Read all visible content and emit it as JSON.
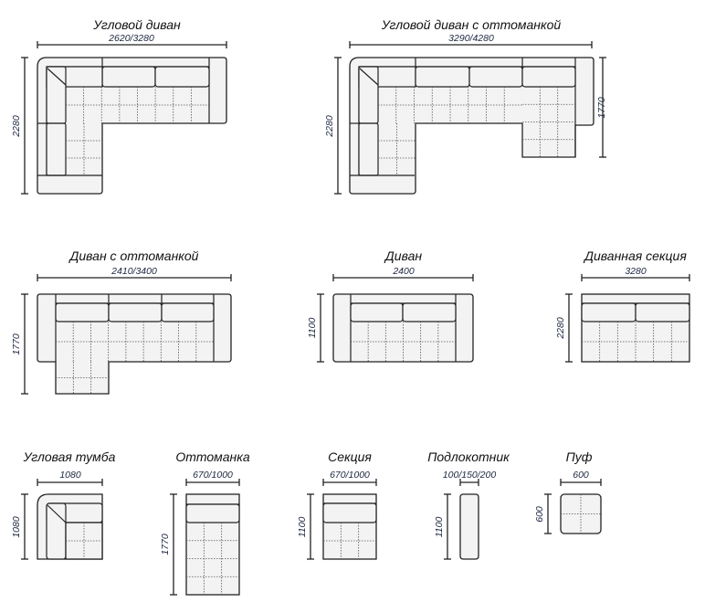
{
  "items": [
    {
      "title": "Угловой диван",
      "width": "2620/3280",
      "height": "2280"
    },
    {
      "title": "Угловой диван с оттоманкой",
      "width": "3290/4280",
      "height": "2280",
      "height2": "1770"
    },
    {
      "title": "Диван с оттоманкой",
      "width": "2410/3400",
      "height": "1770"
    },
    {
      "title": "Диван",
      "width": "2400",
      "height": "1100"
    },
    {
      "title": "Диванная секция",
      "width": "3280",
      "height": "2280"
    },
    {
      "title": "Угловая тумба",
      "width": "1080",
      "height": "1080"
    },
    {
      "title": "Оттоманка",
      "width": "670/1000",
      "height": "1770"
    },
    {
      "title": "Секция",
      "width": "670/1000",
      "height": "1100"
    },
    {
      "title": "Подлокотник",
      "width": "100/150/200",
      "height": "1100"
    },
    {
      "title": "Пуф",
      "width": "600",
      "height": "600"
    }
  ]
}
